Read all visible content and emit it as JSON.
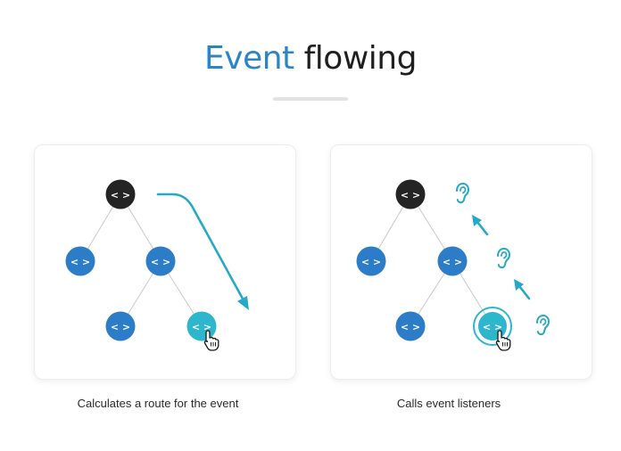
{
  "title": {
    "accent": "Event",
    "rest": "flowing"
  },
  "panels": [
    {
      "caption": "Calculates a route for the event"
    },
    {
      "caption": "Calls event listeners"
    }
  ],
  "node_label": "< >",
  "colors": {
    "root": "#242424",
    "node": "#2d7cc8",
    "target": "#2eb6cc",
    "arrow": "#26a9c7",
    "line": "#c9c9c9"
  },
  "icons": [
    "code-brackets-icon",
    "hand-cursor-icon",
    "ear-icon",
    "arrow-up-left-icon",
    "curved-arrow-icon"
  ]
}
